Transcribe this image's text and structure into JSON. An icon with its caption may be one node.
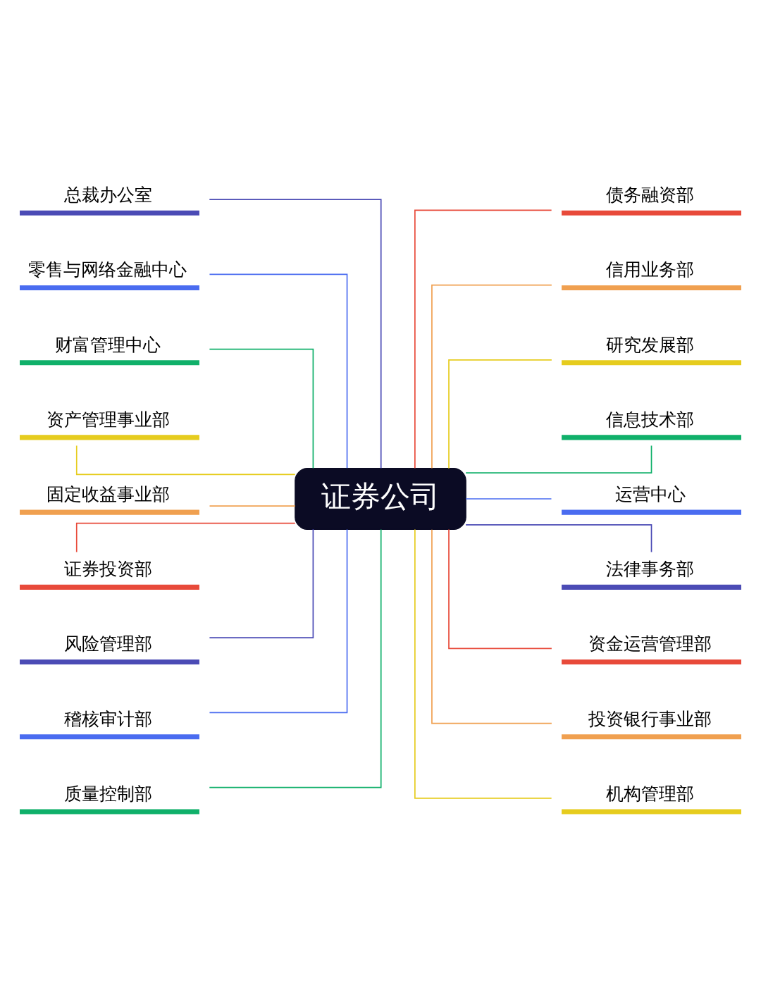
{
  "diagram": {
    "nodes": [
      {
        "text": [
          "证券公司"
        ]
      },
      {
        "text": [
          "总裁办公室"
        ]
      },
      {
        "text": [
          "零售与网络金融中心"
        ]
      },
      {
        "text": [
          "财富管理中心"
        ]
      },
      {
        "text": [
          "资产管理事业部"
        ]
      },
      {
        "text": [
          "固定收益事业部"
        ]
      },
      {
        "text": [
          "证券投资部"
        ]
      },
      {
        "text": [
          "风险管理部"
        ]
      },
      {
        "text": [
          "稽核审计部"
        ]
      },
      {
        "text": [
          "质量控制部"
        ]
      },
      {
        "text": [
          "债务融资部"
        ]
      },
      {
        "text": [
          "信用业务部"
        ]
      },
      {
        "text": [
          "研究发展部"
        ]
      },
      {
        "text": [
          "信息技术部"
        ]
      },
      {
        "text": [
          "运营中心"
        ]
      },
      {
        "text": [
          "法律事务部"
        ]
      },
      {
        "text": [
          "资金运营管理部"
        ]
      },
      {
        "text": [
          "投资银行事业部"
        ]
      },
      {
        "text": [
          "机构管理部"
        ]
      }
    ],
    "edges": [
      {
        "from": 0,
        "to": 1,
        "arrow": "none",
        "color": "#4b4bb5"
      },
      {
        "from": 0,
        "to": 2,
        "arrow": "none",
        "color": "#4a6cf0"
      },
      {
        "from": 0,
        "to": 3,
        "arrow": "none",
        "color": "#10b06a"
      },
      {
        "from": 0,
        "to": 4,
        "arrow": "none",
        "color": "#e6cc1e"
      },
      {
        "from": 0,
        "to": 5,
        "arrow": "none",
        "color": "#f0a050"
      },
      {
        "from": 0,
        "to": 6,
        "arrow": "none",
        "color": "#e84a3a"
      },
      {
        "from": 0,
        "to": 7,
        "arrow": "none",
        "color": "#4b4bb5"
      },
      {
        "from": 0,
        "to": 8,
        "arrow": "none",
        "color": "#4a6cf0"
      },
      {
        "from": 0,
        "to": 9,
        "arrow": "none",
        "color": "#10b06a"
      },
      {
        "from": 0,
        "to": 10,
        "arrow": "none",
        "color": "#e84a3a"
      },
      {
        "from": 0,
        "to": 11,
        "arrow": "none",
        "color": "#f0a050"
      },
      {
        "from": 0,
        "to": 12,
        "arrow": "none",
        "color": "#e6cc1e"
      },
      {
        "from": 0,
        "to": 13,
        "arrow": "none",
        "color": "#10b06a"
      },
      {
        "from": 0,
        "to": 14,
        "arrow": "none",
        "color": "#4a6cf0"
      },
      {
        "from": 0,
        "to": 15,
        "arrow": "none",
        "color": "#4b4bb5"
      },
      {
        "from": 0,
        "to": 16,
        "arrow": "none",
        "color": "#e84a3a"
      },
      {
        "from": 0,
        "to": 17,
        "arrow": "none",
        "color": "#f0a050"
      },
      {
        "from": 0,
        "to": 18,
        "arrow": "none",
        "color": "#e6cc1e"
      }
    ]
  }
}
